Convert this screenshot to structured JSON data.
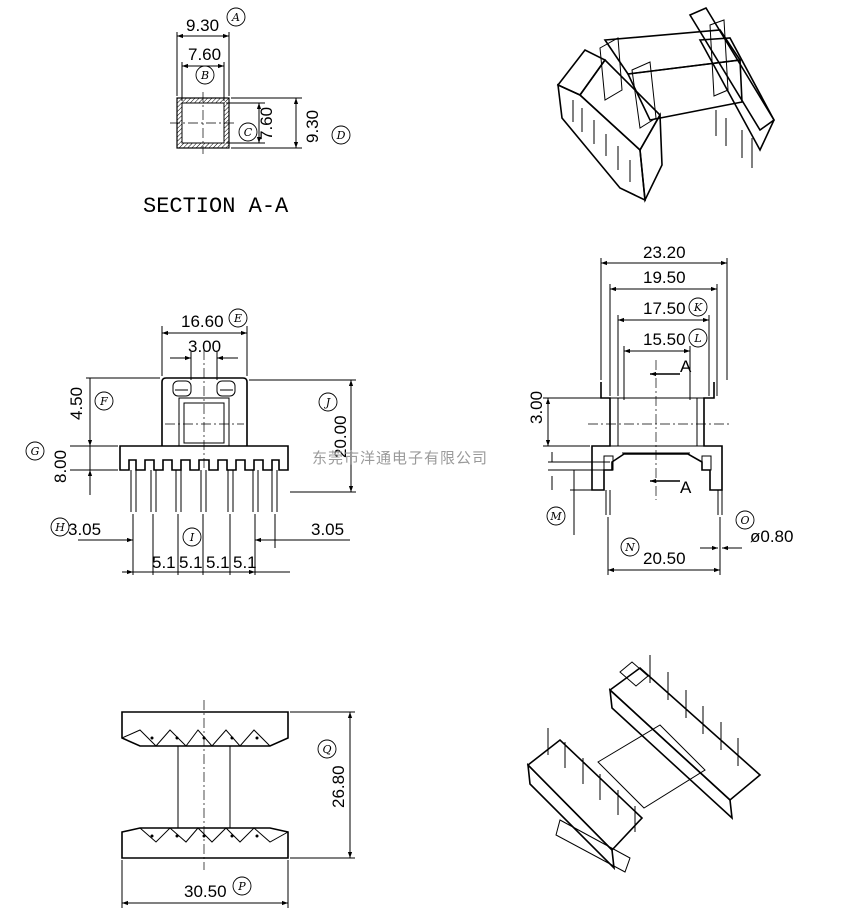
{
  "section": {
    "title": "SECTION A-A",
    "d1": "9.30",
    "d2": "7.60",
    "d3": "7.60",
    "d4": "9.30",
    "letters": [
      "A",
      "B",
      "C",
      "D"
    ]
  },
  "front": {
    "d_width": "16.60",
    "d_slot": "3.00",
    "d_top": "4.50",
    "d_base": "8.00",
    "d_height": "20.00",
    "d_left": "3.05",
    "d_right": "3.05",
    "pitches": [
      "5.1",
      "5.1",
      "5.1",
      "5.1"
    ],
    "letters": [
      "E",
      "F",
      "G",
      "J",
      "H",
      "I"
    ]
  },
  "side": {
    "d1": "23.20",
    "d2": "19.50",
    "d3": "17.50",
    "d4": "15.50",
    "d5": "3.00",
    "d_pins": "20.50",
    "d_pin_dia": "ø0.80",
    "section_mark": "A",
    "letters": [
      "K",
      "L",
      "M",
      "N",
      "O"
    ]
  },
  "bottom": {
    "d_height": "26.80",
    "d_width": "30.50",
    "letters": [
      "Q",
      "P"
    ]
  },
  "watermark": "东莞市洋通电子有限公司"
}
